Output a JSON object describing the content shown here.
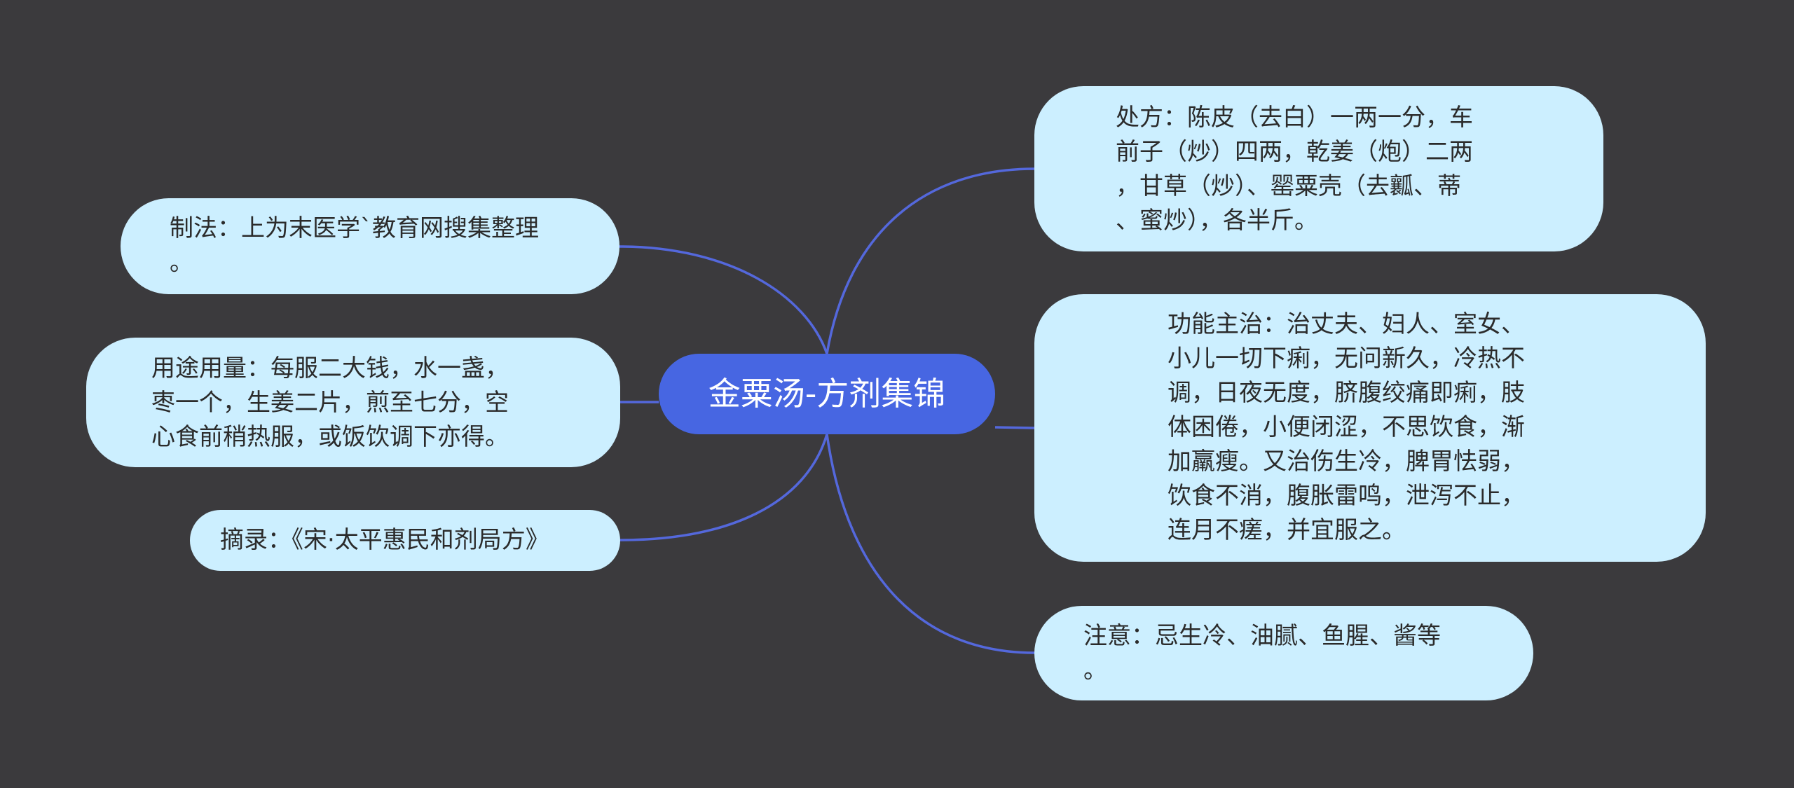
{
  "root": {
    "label": "金粟汤-方剂集锦"
  },
  "nodes": {
    "zhifa": "制法：上为末医学`教育网搜集整理\n。",
    "yongtu": "用途用量：每服二大钱，水一盏，\n枣一个，生姜二片，煎至七分，空\n心食前稍热服，或饭饮调下亦得。",
    "zhailu": "摘录：《宋·太平惠民和剂局方》",
    "chufang": "处方：陈皮（去白）一两一分，车\n前子（炒）四两，乾姜（炮）二两\n，甘草（炒）、罂粟壳（去瓤、蒂\n、蜜炒），各半斤。",
    "gongneng": "功能主治：治丈夫、妇人、室女、\n小儿一切下痢，无问新久，冷热不\n调，日夜无度，脐腹绞痛即痢，肢\n体困倦，小便闭涩，不思饮食，渐\n加羸瘦。又治伤生冷，脾胃怯弱，\n饮食不消，腹胀雷鸣，泄泻不止，\n连月不瘥，并宜服之。",
    "zhuyi": "注意：忌生冷、油腻、鱼腥、酱等\n。"
  },
  "colors": {
    "background": "#3b3a3d",
    "root_fill": "#4766e2",
    "node_fill": "#ccefff",
    "link": "#5468dc"
  }
}
